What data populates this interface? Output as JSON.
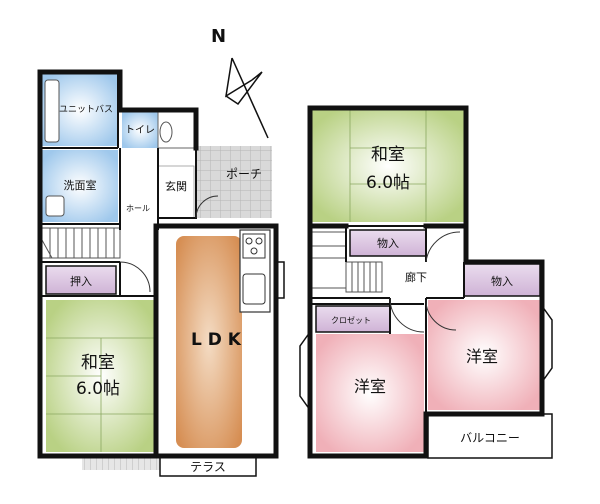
{
  "compass": {
    "label": "N"
  },
  "floor1": {
    "unit_bath": "ユニットバス",
    "toilet": "トイレ",
    "washroom": "洗面室",
    "hall": "ホール",
    "entrance": "玄関",
    "porch": "ポーチ",
    "closet": "押入",
    "ldk": "L D K",
    "washitsu_name": "和室",
    "washitsu_size": "6.0帖",
    "terrace": "テラス"
  },
  "floor2": {
    "washitsu_name": "和室",
    "washitsu_size": "6.0帖",
    "closet": "物入",
    "corridor": "廊下",
    "storage": "物入",
    "walkin": "クロゼット",
    "youshitsu_1": "洋室",
    "youshitsu_2": "洋室",
    "balcony": "バルコニー"
  },
  "colors": {
    "wall": "#111111",
    "washitsu": "#bcd38a",
    "ldk": "#d9975f",
    "youshitsu": "#f1b6bd",
    "water": "#a8cdee",
    "storage": "#d7bedc",
    "porch": "#d3d3d3"
  }
}
